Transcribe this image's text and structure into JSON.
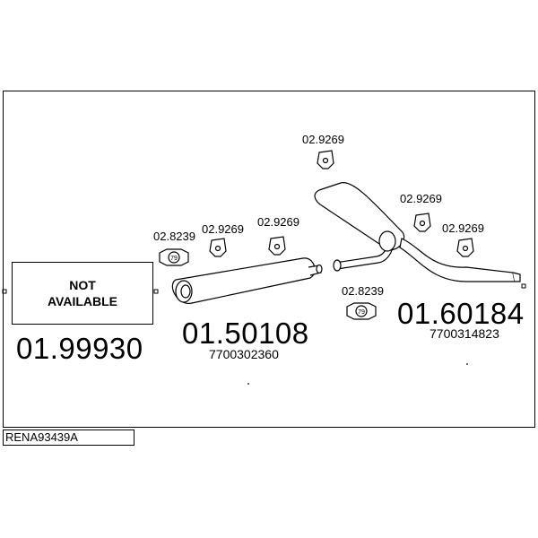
{
  "not_available": {
    "line1": "NOT",
    "line2": "AVAILABLE"
  },
  "parts": {
    "left_number": "01.99930",
    "middle_number": "01.50108",
    "middle_ref": "7700302360",
    "right_number": "01.60184",
    "right_ref": "7700314823"
  },
  "hardware_labels": {
    "clamp_mid": "02.8239",
    "hanger_mid_1": "02.9269",
    "hanger_mid_2": "02.9269",
    "hanger_top": "02.9269",
    "clamp_lower": "02.8239",
    "hanger_right_1": "02.9269",
    "hanger_right_2": "02.9269"
  },
  "vehicle_code": "RENA93439A"
}
